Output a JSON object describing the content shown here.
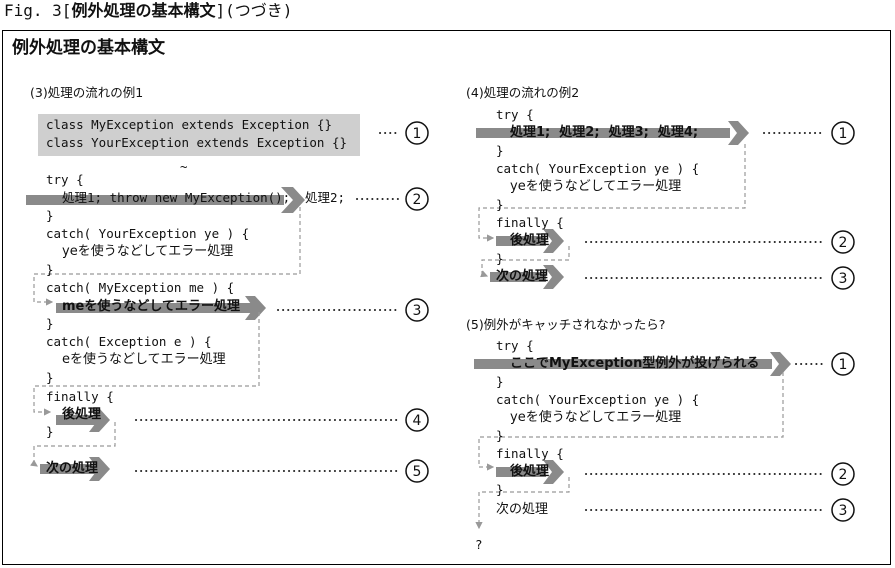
{
  "caption": {
    "prefix": "Fig. 3[",
    "bold": "例外処理の基本構文",
    "suffix": "](つづき)"
  },
  "title": "例外処理の基本構文",
  "colors": {
    "arrow": "#8a8a8a",
    "dashed": "#999999",
    "class_box": "#cfcfcf",
    "text": "#111111"
  },
  "sec3": {
    "heading": "(3)処理の流れの例1",
    "class_line1": "class MyException extends Exception {}",
    "class_line2": "class YourException extends Exception {}",
    "tilde": "~",
    "try_open": "try {",
    "try_body": "処理1; throw new MyException();",
    "try_body_after": "処理2;",
    "close1": "}",
    "catch1": "catch( YourException ye ) {",
    "catch1_body": "yeを使うなどしてエラー処理",
    "close2": "}",
    "catch2": "catch( MyException me ) {",
    "catch2_body": "meを使うなどしてエラー処理",
    "close3": "}",
    "catch3": "catch( Exception e ) {",
    "catch3_body": "eを使うなどしてエラー処理",
    "close4": "}",
    "finally_open": "finally {",
    "finally_body": "後処理",
    "close5": "}",
    "next": "次の処理",
    "mark1": "1",
    "mark2": "2",
    "mark3": "3",
    "mark4": "4",
    "mark5": "5"
  },
  "sec4": {
    "heading": "(4)処理の流れの例2",
    "try_open": "try {",
    "try_body": "処理1;  処理2;  処理3;  処理4;",
    "close1": "}",
    "catch1": "catch( YourException ye ) {",
    "catch1_body": "yeを使うなどしてエラー処理",
    "close2": "}",
    "finally_open": "finally {",
    "finally_body": "後処理",
    "close3": "}",
    "next": "次の処理",
    "mark1": "1",
    "mark2": "2",
    "mark3": "3"
  },
  "sec5": {
    "heading": "(5)例外がキャッチされなかったら?",
    "try_open": "try {",
    "try_body": "ここでMyException型例外が投げられる",
    "close1": "}",
    "catch1": "catch( YourException ye ) {",
    "catch1_body": "yeを使うなどしてエラー処理",
    "close2": "}",
    "finally_open": "finally {",
    "finally_body": "後処理",
    "close3": "}",
    "next": "次の処理",
    "unknown": "?",
    "mark1": "1",
    "mark2": "2",
    "mark3": "3"
  }
}
